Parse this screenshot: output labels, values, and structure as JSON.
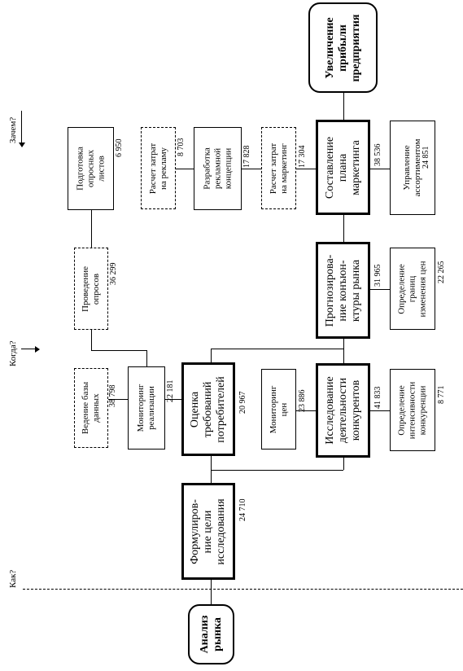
{
  "diagram": {
    "start": "Анализ\nрынка",
    "goal": "Увеличение\nприбыли\nпредприятия",
    "side_labels": {
      "how": "Как?",
      "when": "Когда?",
      "why": "Зачем?"
    },
    "nodes": {
      "formulation": {
        "label": "Формулиров-\nние цели\nисследования",
        "value": "24 710"
      },
      "requirements": {
        "label": "Оценка\nтребований\nпотребителей",
        "value": "20 967"
      },
      "competitors": {
        "label": "Исследование\nдеятельности\nконкурентов",
        "value": "41 833"
      },
      "forecast": {
        "label": "Прогнозирова-\nние конъюн-\nктуры рынка",
        "value": "31 965"
      },
      "plan": {
        "label": "Составление\nплана\nмаркетинга",
        "value": "38 536"
      },
      "database": {
        "label": "Ведение базы\nданных",
        "value": "38 798"
      },
      "sales_monitoring": {
        "label": "Мониторинг\nреализации",
        "value": "22 181"
      },
      "surveys": {
        "label": "Проведение\nопросов",
        "value": "36 299"
      },
      "questionnaires": {
        "label": "Подготовка\nопросных\nлистов",
        "value": "6 950"
      },
      "ad_costs": {
        "label": "Расчет затрат\nна рекламу",
        "value": "8 703"
      },
      "ad_concept": {
        "label": "Разработка\nрекламной\nконцепции",
        "value": "17 828"
      },
      "marketing_costs": {
        "label": "Расчет затрат\nна маркетинг",
        "value": "17 304"
      },
      "price_monitoring": {
        "label": "Мониторинг\nцен",
        "value": "23 886"
      },
      "competition_intensity": {
        "label": "Определение\nинтенсивности\nконкуренции",
        "value": "8 771"
      },
      "price_bounds": {
        "label": "Определение\nграниц\nизменения цен",
        "value": "22 265"
      },
      "assortment": {
        "label": "Управление\nассортиментом",
        "value": "24 851"
      }
    }
  }
}
